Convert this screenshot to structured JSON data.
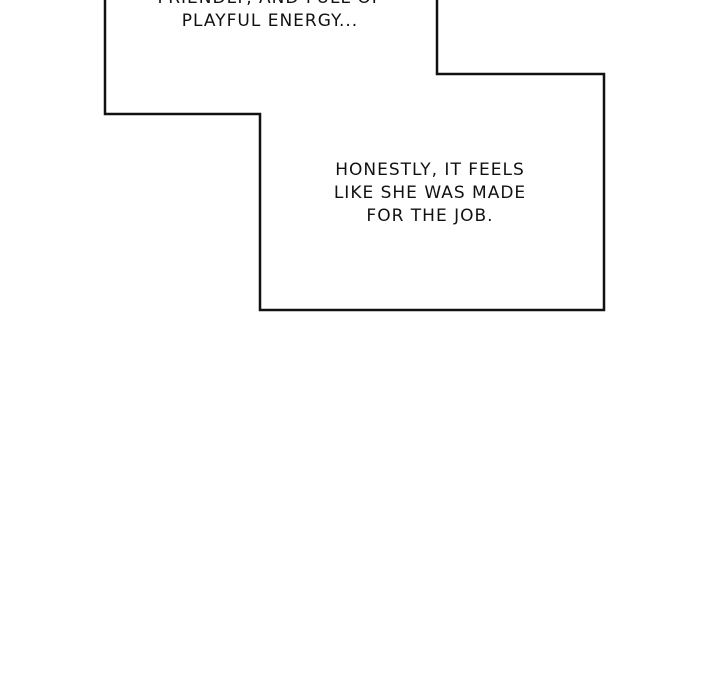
{
  "caption_box_1": {
    "lines": [
      "FRIENDLY, AND FULL OF",
      "PLAYFUL ENERGY..."
    ]
  },
  "caption_box_2": {
    "lines": [
      "HONESTLY, IT FEELS",
      "LIKE SHE WAS MADE",
      "FOR THE JOB."
    ]
  },
  "colors": {
    "background": "#ffffff",
    "border": "#111111",
    "text": "#111111"
  }
}
